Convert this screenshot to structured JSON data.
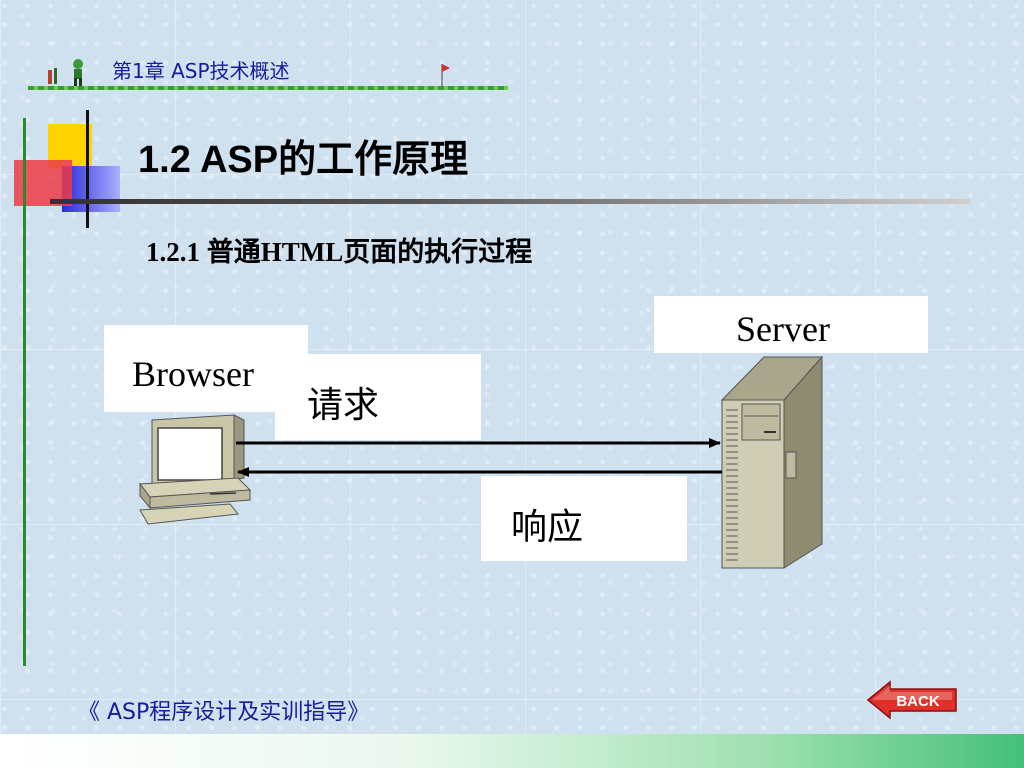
{
  "header": {
    "chapter_title": "第1章  ASP技术概述"
  },
  "slide": {
    "title": "1.2  ASP的工作原理",
    "subtitle": "1.2.1  普通HTML页面的执行过程"
  },
  "diagram": {
    "browser_label": "Browser",
    "server_label": "Server",
    "request_label": "请求",
    "response_label": "响应"
  },
  "footer": {
    "book_title": "《 ASP程序设计及实训指导》",
    "back_label": "BACK"
  },
  "colors": {
    "header_text": "#1a1a9c",
    "accent_green": "#2b8a2b",
    "back_button": "#e0302a"
  }
}
